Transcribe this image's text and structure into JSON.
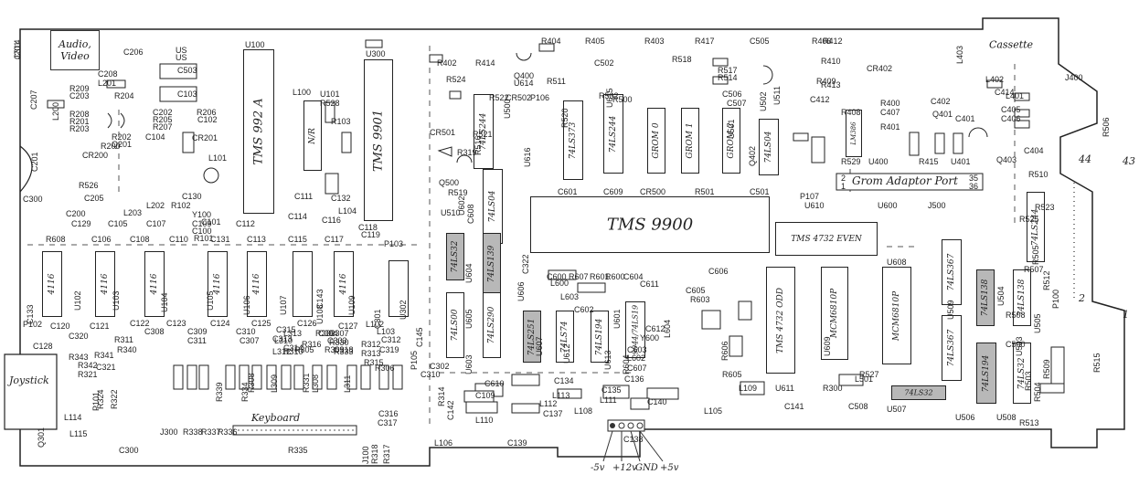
{
  "board": {
    "connectors": {
      "audio_video": "Audio, Video",
      "cassette": "Cassette",
      "joystick": "Joystick",
      "keyboard": "Keyboard",
      "grom_port": "Grom Adaptor Port"
    },
    "chips": {
      "tms992a": "TMS 992 A",
      "tms9901": "TMS 9901",
      "tms9900": "TMS 9900",
      "tms4732_even": "TMS 4732 EVEN",
      "tms4732_odd": "TMS 4732 ODD",
      "mcm6810p_a": "MCM6810P",
      "mcm6810p_b": "MCM6810P",
      "ls244_a": "74LS244",
      "ls373": "74LS373",
      "ls244_b": "74LS244",
      "grom0": "GROM 0",
      "grom1": "GROM 1",
      "grom2": "GROM 2",
      "ls04": "74LS04",
      "ls367_a": "74LS367",
      "ls367_b": "74LS367",
      "ls138": "74LS138",
      "ls138b": "74LS138",
      "ls244_c": "74LS244",
      "ls32": "74LS32",
      "ls00": "74LS00",
      "ls290": "74LS290",
      "ls251": "74LS251",
      "ls74": "74LS74",
      "ls194": "74LS194",
      "ls194b": "74LS194",
      "n9940": "9944/74LS19",
      "ls04b": "74LS04",
      "ls139": "74LS139",
      "lk32": "74LS32",
      "nr": "N/R",
      "u412": "LM386",
      "u4116": "4116"
    },
    "labels": [
      "J201",
      "C206",
      "US",
      "US",
      "U100",
      "U300",
      "R402",
      "R414",
      "R404",
      "R405",
      "R403",
      "R417",
      "C505",
      "R412",
      "C502",
      "R518",
      "Q400",
      "U614",
      "R524",
      "R522",
      "R511",
      "CR502",
      "P106",
      "R500",
      "R502",
      "R517",
      "R514",
      "R410",
      "R413",
      "C506",
      "C507",
      "CR402",
      "R406",
      "R408",
      "R409",
      "C412",
      "R400",
      "C407",
      "R401",
      "C402",
      "Q401",
      "L402",
      "C414",
      "C401",
      "L401",
      "C405",
      "C406",
      "C404",
      "Q403",
      "R506",
      "J400",
      "L403",
      "R209",
      "C203",
      "R208",
      "R201",
      "R203",
      "C207",
      "L200",
      "C208",
      "L201",
      "C503",
      "C103",
      "R204",
      "C202",
      "R205",
      "R207",
      "R206",
      "C102",
      "C104",
      "R202",
      "Q201",
      "R200",
      "CR200",
      "C201",
      "CR201",
      "L101",
      "L100",
      "U101",
      "R528",
      "R103",
      "R319",
      "CR501",
      "R521",
      "R520",
      "U615",
      "U616",
      "R516",
      "U500",
      "U501",
      "U502",
      "U511",
      "Q402",
      "R529",
      "U400",
      "R415",
      "U401",
      "R510",
      "R526",
      "C205",
      "L203",
      "L202",
      "R102",
      "C130",
      "Y100",
      "C101",
      "C100",
      "R101",
      "C111",
      "C132",
      "L104",
      "C300",
      "C200",
      "C129",
      "C105",
      "C107",
      "C109",
      "C112",
      "C114",
      "C116",
      "C118",
      "Q500",
      "R519",
      "U602",
      "C608",
      "C601",
      "C609",
      "CR500",
      "R501",
      "C501",
      "P107",
      "U610",
      "U600",
      "J500",
      "R525",
      "R523",
      "R505",
      "U510",
      "C322",
      "R608",
      "C106",
      "C108",
      "C110",
      "C131",
      "C113",
      "C115",
      "C117",
      "C119",
      "P103",
      "U604",
      "U605",
      "U603",
      "U606",
      "C600",
      "L600",
      "R607",
      "R601",
      "R600",
      "C604",
      "C611",
      "L603",
      "C605",
      "R603",
      "C606",
      "U608",
      "U509",
      "R507",
      "R512",
      "P100",
      "R508",
      "U504",
      "U505",
      "U503",
      "U609",
      "U601",
      "C602",
      "U607",
      "U612",
      "U613",
      "R604",
      "C612",
      "Y600",
      "L604",
      "R606",
      "U611",
      "C603",
      "L602",
      "C607",
      "R605",
      "L109",
      "C141",
      "R300",
      "L501",
      "C508",
      "R527",
      "U507",
      "C500",
      "U506",
      "U508",
      "R509",
      "R503",
      "R504",
      "R515",
      "R513",
      "C133",
      "U102",
      "U103",
      "U104",
      "U105",
      "U106",
      "U107",
      "U108",
      "U109",
      "C143",
      "C301",
      "U302",
      "C145",
      "P105",
      "P102",
      "C120",
      "C121",
      "C122",
      "C123",
      "C124",
      "C125",
      "C126",
      "C127",
      "C320",
      "C308",
      "C309",
      "C310",
      "C315",
      "C304",
      "C303",
      "C311",
      "C307",
      "C313",
      "C314",
      "C316",
      "C317",
      "C318",
      "C319",
      "R311",
      "R340",
      "R341",
      "R343",
      "R342",
      "R321",
      "C321",
      "C128",
      "R324",
      "R322",
      "R339",
      "R334",
      "R310",
      "R309",
      "R308",
      "L309",
      "L308",
      "L311",
      "L310",
      "L312",
      "L313",
      "R330",
      "R331",
      "R332",
      "R333",
      "R312",
      "R313",
      "R315",
      "R316",
      "C312",
      "L102",
      "L103",
      "R305",
      "R307",
      "R306",
      "C302",
      "C310",
      "R314",
      "C610",
      "C109",
      "C134",
      "L113",
      "L112",
      "C137",
      "L111",
      "C136",
      "C135",
      "C140",
      "C142",
      "L110",
      "L108",
      "L105",
      "L106",
      "C139",
      "C138",
      "L114",
      "L115",
      "P101",
      "Q301",
      "C300",
      "J300",
      "R338",
      "R337",
      "R336",
      "R335",
      "J100",
      "R318",
      "R317",
      "C314"
    ],
    "power": [
      "-5v",
      "+12v",
      "GND",
      "+5v"
    ],
    "markers": {
      "m43": "43",
      "m44": "44",
      "m1": "1",
      "m2": "2",
      "p36": "36",
      "p35": "35",
      "p1": "1",
      "p2": "2"
    }
  }
}
